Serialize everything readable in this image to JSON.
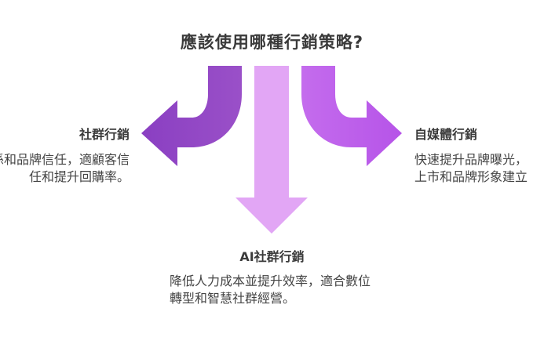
{
  "title": "應該使用哪種行銷策略?",
  "options": {
    "left": {
      "title": "社群行銷",
      "description": "關係和品牌信任，適顧客信任和提升回購率。"
    },
    "center": {
      "title": "AI社群行銷",
      "description": "降低人力成本並提升效率，適合數位轉型和智慧社群經營。"
    },
    "right": {
      "title": "自媒體行銷",
      "description": "快速提升品牌曝光，\n上市和品牌形象建立"
    }
  },
  "colors": {
    "left_arrow": "#9149c4",
    "center_arrow": "#e2a6f5",
    "right_arrow": "#c060ea"
  }
}
